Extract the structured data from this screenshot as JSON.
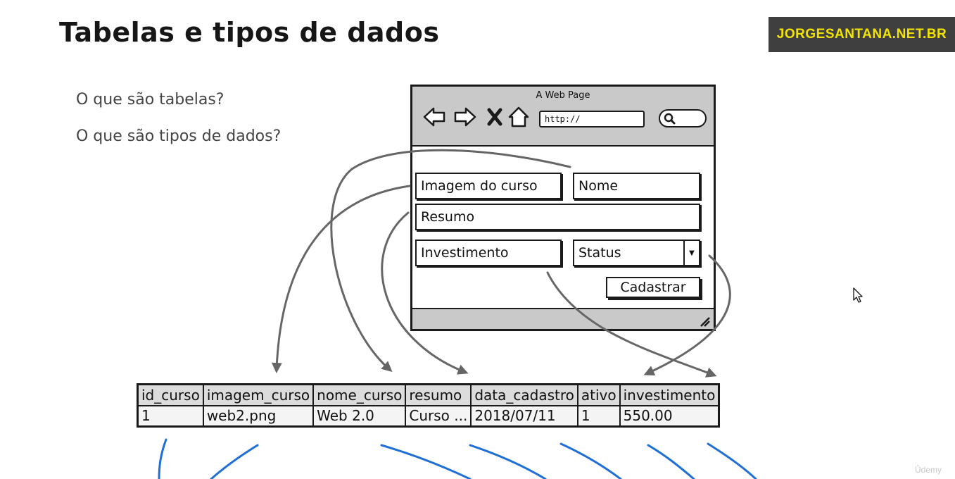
{
  "slide": {
    "title": "Tabelas e tipos de dados",
    "questions": [
      "O que são tabelas?",
      "O que são tipos de dados?"
    ]
  },
  "brand": {
    "text": "JORGESANTANA.NET.BR",
    "background": "#3f3f3f",
    "color": "#f2e400"
  },
  "browser": {
    "title": "A Web Page",
    "url": "http://",
    "nav_icons": [
      "back-arrow-icon",
      "forward-arrow-icon",
      "stop-icon",
      "home-icon"
    ],
    "form": {
      "image_field": "Imagem do curso",
      "name_field": "Nome",
      "summary_field": "Resumo",
      "investment_field": "Investimento",
      "status_select": "Status",
      "submit_button": "Cadastrar"
    }
  },
  "table": {
    "columns": [
      "id_curso",
      "imagem_curso",
      "nome_curso",
      "resumo",
      "data_cadastro",
      "ativo",
      "investimento"
    ],
    "rows": [
      [
        "1",
        "web2.png",
        "Web 2.0",
        "Curso ...",
        "2018/07/11",
        "1",
        "550.00"
      ]
    ]
  },
  "watermark": "Ûdemy",
  "colors": {
    "arrow": "#666666",
    "annotation": "#1f6fd6"
  }
}
